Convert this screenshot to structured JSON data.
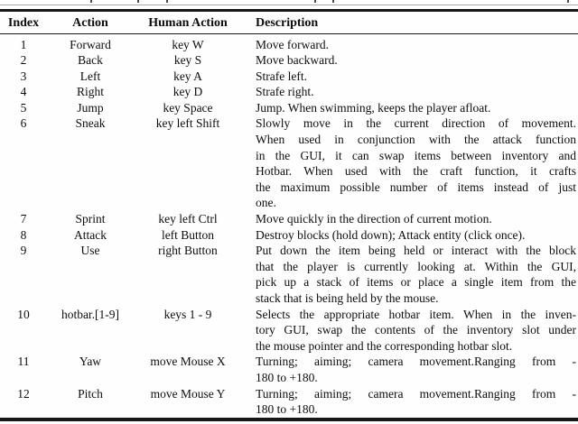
{
  "caption_remnant": {
    "marks_x": [
      100,
      152,
      184,
      348,
      368,
      628
    ]
  },
  "table": {
    "headers": [
      "Index",
      "Action",
      "Human Action",
      "Description"
    ],
    "rows": [
      {
        "index": "1",
        "action": "Forward",
        "human_action": "key W",
        "description_lines": [
          "Move forward."
        ]
      },
      {
        "index": "2",
        "action": "Back",
        "human_action": "key S",
        "description_lines": [
          "Move backward."
        ]
      },
      {
        "index": "3",
        "action": "Left",
        "human_action": "key A",
        "description_lines": [
          "Strafe left."
        ]
      },
      {
        "index": "4",
        "action": "Right",
        "human_action": "key D",
        "description_lines": [
          "Strafe right."
        ]
      },
      {
        "index": "5",
        "action": "Jump",
        "human_action": "key Space",
        "description_lines": [
          "Jump. When swimming, keeps the player afloat."
        ]
      },
      {
        "index": "6",
        "action": "Sneak",
        "human_action": "key left Shift",
        "description_lines": [
          "Slowly move in the current direction of movement.",
          "When used in conjunction with the attack function",
          "in the GUI, it can swap items between inventory and",
          "Hotbar. When used with the craft function, it crafts",
          "the maximum possible number of items instead of just",
          "one."
        ]
      },
      {
        "index": "7",
        "action": "Sprint",
        "human_action": "key left Ctrl",
        "description_lines": [
          "Move quickly in the direction of current motion."
        ]
      },
      {
        "index": "8",
        "action": "Attack",
        "human_action": "left Button",
        "description_lines": [
          "Destroy blocks (hold down); Attack entity (click once)."
        ]
      },
      {
        "index": "9",
        "action": "Use",
        "human_action": "right Button",
        "description_lines": [
          "Put down the item being held or interact with the block",
          "that the player is currently looking at. Within the GUI,",
          "pick up a stack of items or place a single item from the",
          "stack that is being held by the mouse."
        ]
      },
      {
        "index": "10",
        "action": "hotbar.[1-9]",
        "human_action": "keys 1 - 9",
        "description_lines": [
          "Selects the appropriate hotbar item. When in the inven-",
          "tory GUI, swap the contents of the inventory slot under",
          "the mouse pointer and the corresponding hotbar slot."
        ]
      },
      {
        "index": "11",
        "action": "Yaw",
        "human_action": "move Mouse X",
        "description_lines": [
          "Turning; aiming; camera movement.Ranging from -",
          "180 to +180."
        ]
      },
      {
        "index": "12",
        "action": "Pitch",
        "human_action": "move Mouse Y",
        "description_lines": [
          "Turning; aiming; camera movement.Ranging from -",
          "180 to +180."
        ]
      }
    ]
  }
}
